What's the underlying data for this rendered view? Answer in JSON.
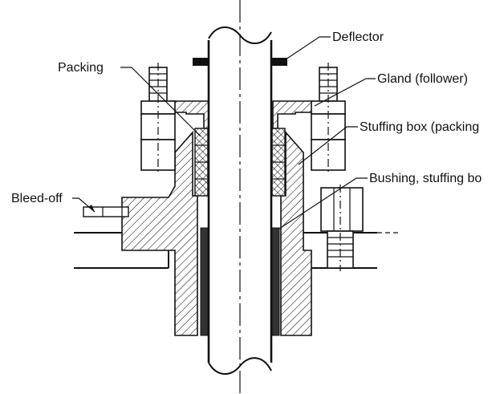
{
  "diagram": {
    "labels": {
      "deflector": "Deflector",
      "packing": "Packing",
      "gland": "Gland (follower)",
      "stuffing_box": "Stuffing box (packing",
      "bushing": "Bushing, stuffing bo",
      "bleed_off": "Bleed-off"
    },
    "colors": {
      "line": "#111111",
      "background": "#ffffff"
    }
  }
}
